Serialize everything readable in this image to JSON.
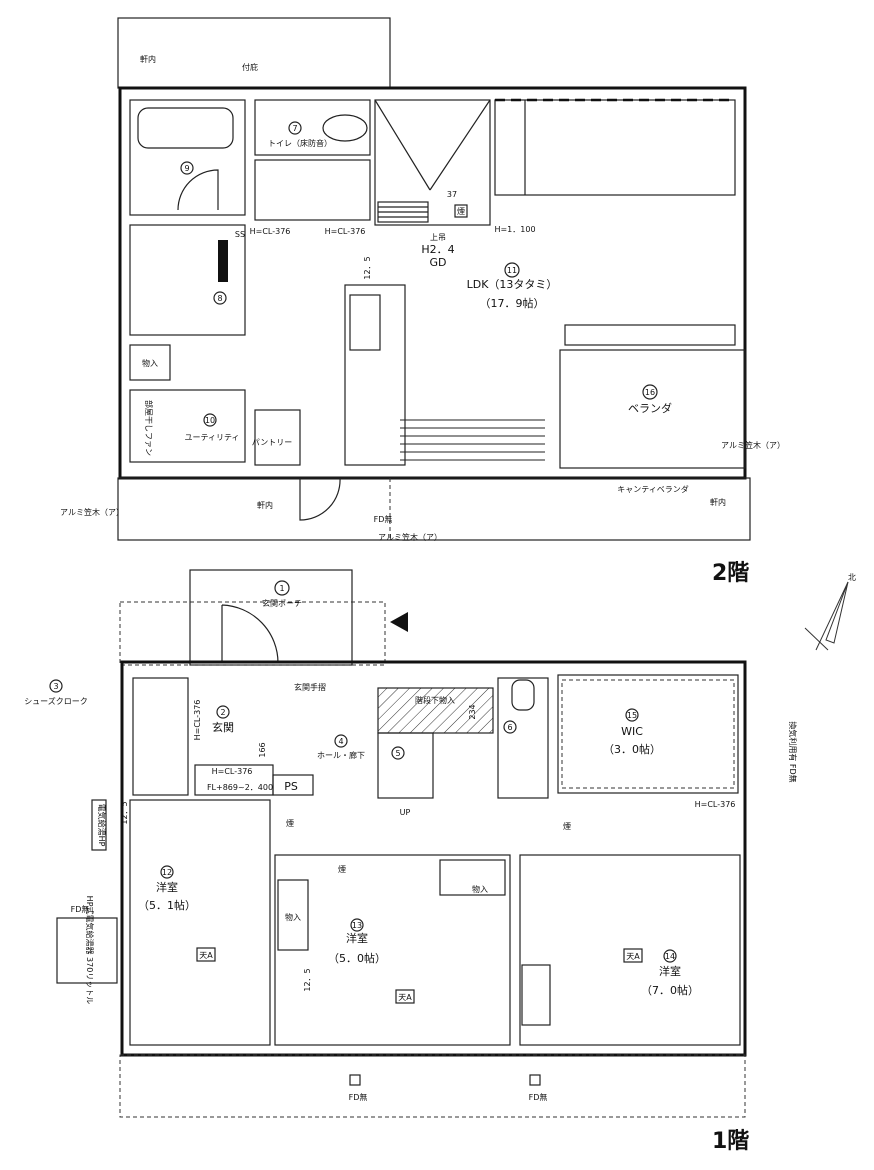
{
  "floor2": {
    "title": "2階",
    "rooms": {
      "toilet": {
        "num": "7",
        "name": "トイレ（床防音）"
      },
      "bath": {
        "num": "9"
      },
      "washroom": {
        "num": "8"
      },
      "ldk": {
        "num": "11",
        "name": "LDK（13タタミ）",
        "size": "（17．9帖）"
      },
      "utility": {
        "num": "10",
        "name": "ユーティリティ"
      },
      "pantry": {
        "name": "パントリー"
      },
      "veranda": {
        "num": "16",
        "name": "ベランダ"
      },
      "storage": {
        "name": "物入"
      }
    },
    "notes": {
      "eaves_top": "軒内",
      "canopy": "付庇",
      "fireplace_upper": "上吊",
      "h24": "H2．4",
      "gd": "GD",
      "h_cl_1": "H=CL-376",
      "h_cl_2": "H=CL-376",
      "h_1100": "H=1．100",
      "dim_37": "37",
      "dim_125": "12．5",
      "cantilever": "キャンティベランダ",
      "alum_left": "アルミ笠木（ア）",
      "alum_bottom": "アルミ笠木（ア）",
      "alum_right": "アルミ笠木（ア）",
      "eaves_bottom": "軒内",
      "eaves_right": "軒内",
      "fd": "FD無",
      "dryer": "部屋干しファン",
      "smoke": "煙",
      "ss": "SS"
    }
  },
  "floor1": {
    "title": "1階",
    "rooms": {
      "porch": {
        "num": "1",
        "name": "玄関ポーチ"
      },
      "entrance": {
        "num": "2",
        "name": "玄関"
      },
      "shoe_cloak": {
        "num": "3",
        "name": "シューズクローク"
      },
      "hall": {
        "num": "4",
        "name": "ホール・廊下"
      },
      "stairs": {
        "num": "5",
        "note": "UP"
      },
      "toilet": {
        "num": "6"
      },
      "wic": {
        "num": "15",
        "name": "WIC",
        "size": "（3．0帖）"
      },
      "room12": {
        "num": "12",
        "name": "洋室",
        "size": "（5．1帖）",
        "ceiling": "天A"
      },
      "room13": {
        "num": "13",
        "name": "洋室",
        "size": "（5．0帖）",
        "ceiling": "天A"
      },
      "room14": {
        "num": "14",
        "name": "洋室",
        "size": "（7．0帖）",
        "ceiling": "天A"
      },
      "under_stairs": {
        "name": "階段下物入"
      },
      "closet13": {
        "name": "物入"
      },
      "closet_hall": {
        "name": "物入"
      }
    },
    "notes": {
      "handrail": "玄関手摺",
      "h_cl_ent": "H=CL-376",
      "h_cl_side": "H=CL-376",
      "fl": "FL+869~2．400",
      "ps": "PS",
      "dim_166": "166",
      "dim_234": "234",
      "dim_125a": "12．5",
      "dim_125b": "12．5",
      "h_cl_wic": "H=CL-376",
      "vent": "換気利用有 FD無",
      "hp": "電気給湯HP",
      "water_heater": "HP式電気給湯器 370リットル",
      "fd_a": "FD無",
      "fd_b": "FD無",
      "fd_c": "FD無",
      "smoke1": "煙",
      "smoke2": "煙",
      "smoke3": "煙"
    }
  },
  "compass": {
    "label": "北"
  }
}
